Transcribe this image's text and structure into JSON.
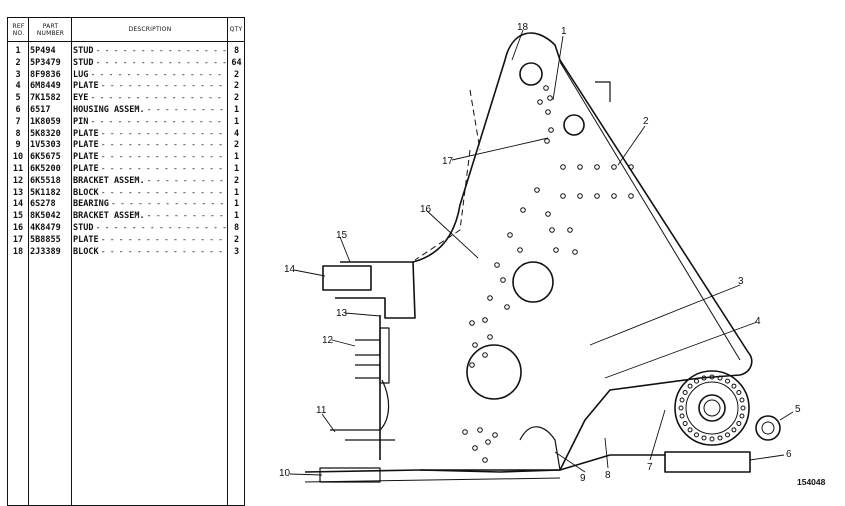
{
  "table": {
    "headers": {
      "ref_line1": "REF",
      "ref_line2": "NO.",
      "part_line1": "PART",
      "part_line2": "NUMBER",
      "description": "DESCRIPTION",
      "qty": "QTY"
    },
    "rows": [
      {
        "ref": "1",
        "part": "5P494",
        "desc": "STUD",
        "qty": "8"
      },
      {
        "ref": "2",
        "part": "5P3479",
        "desc": "STUD",
        "qty": "64"
      },
      {
        "ref": "3",
        "part": "8F9836",
        "desc": "LUG",
        "qty": "2"
      },
      {
        "ref": "4",
        "part": "6M8449",
        "desc": "PLATE",
        "qty": "2"
      },
      {
        "ref": "5",
        "part": "7K1582",
        "desc": "EYE",
        "qty": "2"
      },
      {
        "ref": "6",
        "part": "6517",
        "desc": "HOUSING ASSEM.",
        "qty": "1"
      },
      {
        "ref": "7",
        "part": "1K8059",
        "desc": "PIN",
        "qty": "1"
      },
      {
        "ref": "8",
        "part": "5K8320",
        "desc": "PLATE",
        "qty": "4"
      },
      {
        "ref": "9",
        "part": "1V5303",
        "desc": "PLATE",
        "qty": "2"
      },
      {
        "ref": "10",
        "part": "6K5675",
        "desc": "PLATE",
        "qty": "1"
      },
      {
        "ref": "11",
        "part": "6K5200",
        "desc": "PLATE",
        "qty": "1"
      },
      {
        "ref": "12",
        "part": "6K5518",
        "desc": "BRACKET ASSEM.",
        "qty": "2"
      },
      {
        "ref": "13",
        "part": "5K1182",
        "desc": "BLOCK",
        "qty": "1"
      },
      {
        "ref": "14",
        "part": "6S278",
        "desc": "BEARING",
        "qty": "1"
      },
      {
        "ref": "15",
        "part": "8K5042",
        "desc": "BRACKET ASSEM.",
        "qty": "1"
      },
      {
        "ref": "16",
        "part": "4K8479",
        "desc": "STUD",
        "qty": "8"
      },
      {
        "ref": "17",
        "part": "5B8855",
        "desc": "PLATE",
        "qty": "2"
      },
      {
        "ref": "18",
        "part": "2J3389",
        "desc": "BLOCK",
        "qty": "3"
      }
    ]
  },
  "callouts": [
    "1",
    "2",
    "3",
    "4",
    "5",
    "6",
    "7",
    "8",
    "9",
    "10",
    "11",
    "12",
    "13",
    "14",
    "15",
    "16",
    "17",
    "18"
  ],
  "figure_id": "154048"
}
